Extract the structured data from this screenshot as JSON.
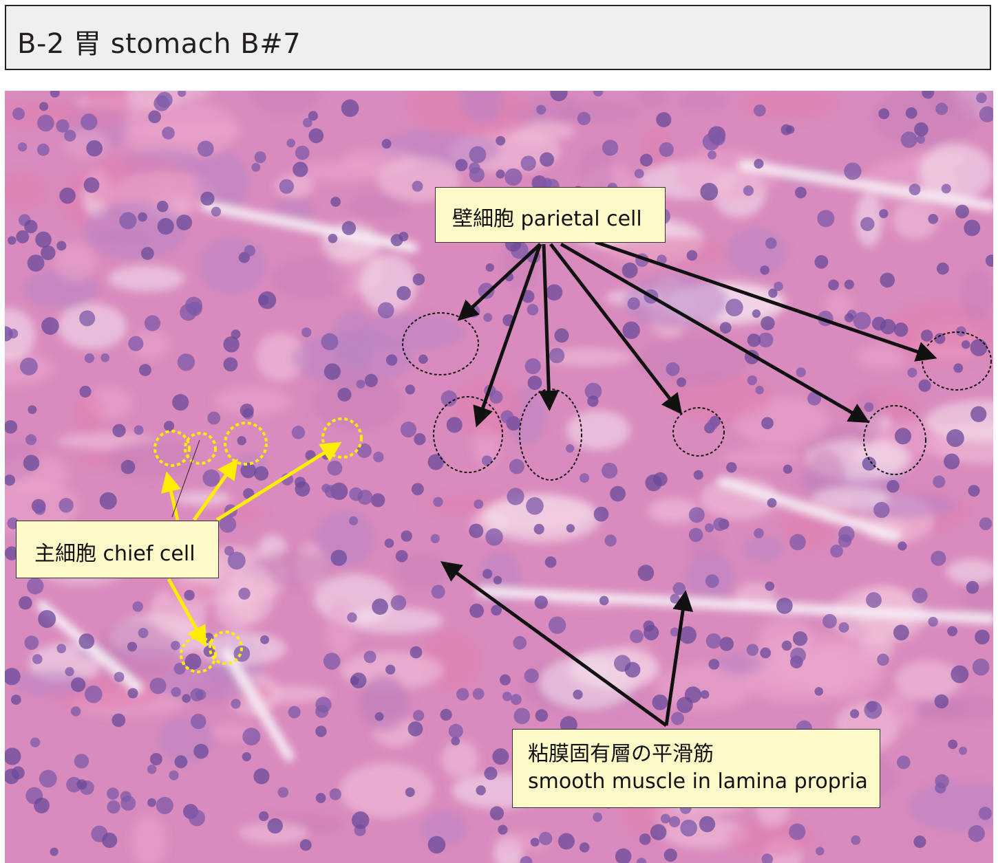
{
  "title": "B-2 胃 stomach  B#7",
  "labels": {
    "parietal": "壁細胞 parietal cell",
    "chief": "主細胞 chief cell",
    "muscle_line1": "粘膜固有層の平滑筋",
    "muscle_line2": "smooth muscle in lamina propria"
  },
  "colors": {
    "tissue_base": "#d98bbd",
    "nucleus": "#6a4a9a",
    "chief_marker": "#ffee00",
    "parietal_marker": "#111111",
    "label_bg": "#fdf9c8"
  }
}
